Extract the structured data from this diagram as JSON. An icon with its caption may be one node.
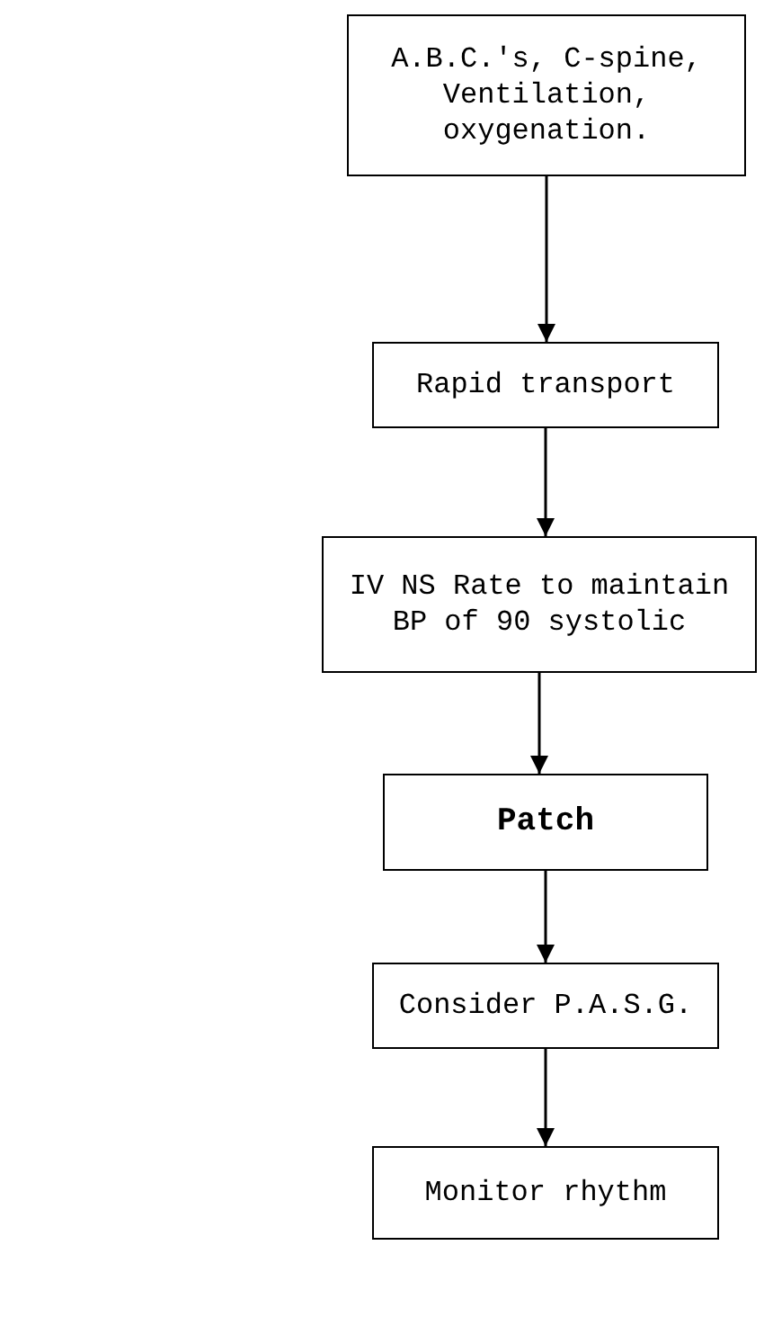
{
  "diagram": {
    "nodes": [
      {
        "text": [
          "A.B.C.'s, C-spine, Ventilation, oxygenation."
        ]
      },
      {
        "text": [
          "Rapid transport"
        ]
      },
      {
        "text": [
          "IV NS Rate to maintain BP of 90 systolic"
        ]
      },
      {
        "text": [
          "Patch"
        ]
      },
      {
        "text": [
          "Consider P.A.S.G."
        ]
      },
      {
        "text": [
          "Monitor rhythm"
        ]
      }
    ],
    "edges": [
      {
        "from": 0,
        "to": 1,
        "arrow": "to"
      },
      {
        "from": 1,
        "to": 2,
        "arrow": "to"
      },
      {
        "from": 2,
        "to": 3,
        "arrow": "to"
      },
      {
        "from": 3,
        "to": 4,
        "arrow": "to"
      },
      {
        "from": 4,
        "to": 5,
        "arrow": "to"
      }
    ]
  }
}
